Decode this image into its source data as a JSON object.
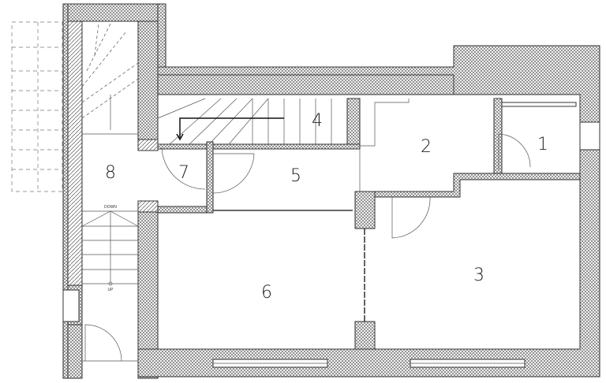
{
  "plan": {
    "rooms": [
      {
        "label": "1"
      },
      {
        "label": "2"
      },
      {
        "label": "3"
      },
      {
        "label": "4"
      },
      {
        "label": "5"
      },
      {
        "label": "6"
      },
      {
        "label": "7"
      },
      {
        "label": "8"
      }
    ],
    "stair_labels": {
      "down": "DOWN",
      "up": "UP"
    }
  }
}
